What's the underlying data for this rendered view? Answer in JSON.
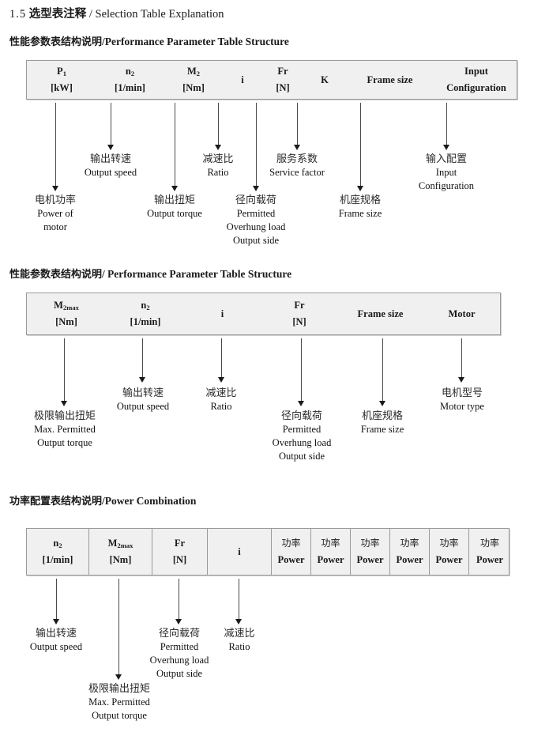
{
  "document": {
    "section_number": "1.5",
    "title_cn": "选型表注释",
    "title_separator": "/",
    "title_en": "Selection Table Explanation"
  },
  "sections": [
    {
      "id": "performance-parameter-1",
      "heading_cn": "性能参数表结构说明",
      "heading_sep": "/",
      "heading_en": "Performance Parameter Table Structure",
      "table": {
        "columns": [
          {
            "symbol": "P",
            "sub": "1",
            "unit": "[kW]"
          },
          {
            "symbol": "n",
            "sub": "2",
            "unit": "[1/min]"
          },
          {
            "symbol": "M",
            "sub": "2",
            "unit": "[Nm]"
          },
          {
            "symbol": "i",
            "sub": "",
            "unit": ""
          },
          {
            "symbol": "Fr",
            "sub": "",
            "unit": "[N]"
          },
          {
            "symbol": "K",
            "sub": "",
            "unit": ""
          },
          {
            "symbol": "Frame size",
            "sub": "",
            "unit": ""
          },
          {
            "symbol": "Input",
            "sub": "",
            "unit": "Configuration"
          }
        ]
      },
      "annotations": [
        {
          "cn": "电机功率",
          "en": [
            "Power of",
            "motor"
          ]
        },
        {
          "cn": "输出转速",
          "en": [
            "Output speed"
          ]
        },
        {
          "cn": "输出扭矩",
          "en": [
            "Output torque"
          ]
        },
        {
          "cn": "减速比",
          "en": [
            "Ratio"
          ]
        },
        {
          "cn": "径向载荷",
          "en": [
            "Permitted",
            "Overhung load",
            "Output side"
          ]
        },
        {
          "cn": "服务系数",
          "en": [
            "Service factor"
          ]
        },
        {
          "cn": "机座规格",
          "en": [
            "Frame size"
          ]
        },
        {
          "cn": "输入配置",
          "en": [
            "Input",
            "Configuration"
          ]
        }
      ]
    },
    {
      "id": "performance-parameter-2",
      "heading_cn": "性能参数表结构说明",
      "heading_sep": "/",
      "heading_en": "Performance Parameter Table Structure",
      "table": {
        "columns": [
          {
            "symbol": "M",
            "sub": "2max",
            "unit": "[Nm]"
          },
          {
            "symbol": "n",
            "sub": "2",
            "unit": "[1/min]"
          },
          {
            "symbol": "i",
            "sub": "",
            "unit": ""
          },
          {
            "symbol": "Fr",
            "sub": "",
            "unit": "[N]"
          },
          {
            "symbol": "Frame size",
            "sub": "",
            "unit": ""
          },
          {
            "symbol": "Motor",
            "sub": "",
            "unit": ""
          }
        ]
      },
      "annotations": [
        {
          "cn": "极限输出扭矩",
          "en": [
            "Max. Permitted",
            "Output  torque"
          ]
        },
        {
          "cn": "输出转速",
          "en": [
            "Output speed"
          ]
        },
        {
          "cn": "减速比",
          "en": [
            "Ratio"
          ]
        },
        {
          "cn": "径向载荷",
          "en": [
            "Permitted",
            "Overhung load",
            "Output side"
          ]
        },
        {
          "cn": "机座规格",
          "en": [
            "Frame size"
          ]
        },
        {
          "cn": "电机型号",
          "en": [
            "Motor type"
          ]
        }
      ]
    },
    {
      "id": "power-combination",
      "heading_cn": "功率配置表结构说明",
      "heading_sep": "/",
      "heading_en": "Power Combination",
      "table": {
        "columns": [
          {
            "symbol": "n",
            "sub": "2",
            "unit": "[1/min]"
          },
          {
            "symbol": "M",
            "sub": "2max",
            "unit": "[Nm]"
          },
          {
            "symbol": "Fr",
            "sub": "",
            "unit": "[N]"
          },
          {
            "symbol": "i",
            "sub": "",
            "unit": ""
          },
          {
            "symbol_cn": "功率",
            "unit": "Power"
          },
          {
            "symbol_cn": "功率",
            "unit": "Power"
          },
          {
            "symbol_cn": "功率",
            "unit": "Power"
          },
          {
            "symbol_cn": "功率",
            "unit": "Power"
          },
          {
            "symbol_cn": "功率",
            "unit": "Power"
          },
          {
            "symbol_cn": "功率",
            "unit": "Power"
          }
        ]
      },
      "annotations": [
        {
          "cn": "输出转速",
          "en": [
            "Output speed"
          ]
        },
        {
          "cn": "极限输出扭矩",
          "en": [
            "Max. Permitted",
            "Output  torque"
          ]
        },
        {
          "cn": "径向载荷",
          "en": [
            "Permitted",
            "Overhung load",
            "Output side"
          ]
        },
        {
          "cn": "减速比",
          "en": [
            "Ratio"
          ]
        }
      ]
    }
  ],
  "colors": {
    "table_fill": "#f0f0f0",
    "table_border": "#9a9a9a",
    "arrow": "#1a1a1a",
    "text": "#1a1a1a",
    "page_background": "#ffffff"
  }
}
